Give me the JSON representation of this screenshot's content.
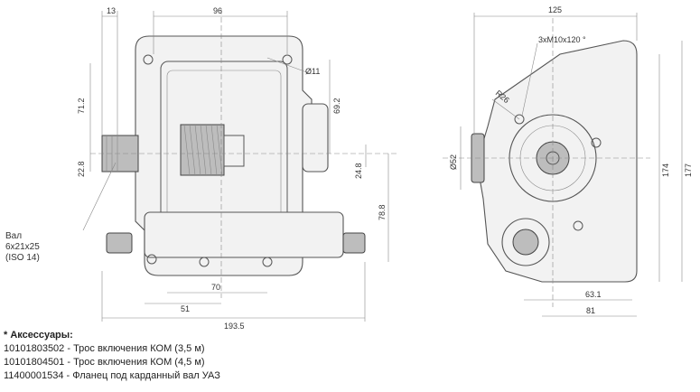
{
  "front_view": {
    "dims": {
      "d13": "13",
      "d96": "96",
      "d71_2": "71.2",
      "d69_2": "69.2",
      "d22_8": "22.8",
      "d24_8": "24.8",
      "d78_8": "78.8",
      "d70": "70",
      "d51": "51",
      "d193_5": "193.5",
      "d11": "Ø11"
    },
    "shaft_note": [
      "Вал",
      "6x21x25",
      "(ISO 14)"
    ]
  },
  "side_view": {
    "dims": {
      "d125": "125",
      "thread": "3xM10x120 °",
      "r26": "R26",
      "d52": "Ø52",
      "d174": "174",
      "d177": "177",
      "d63_1": "63.1",
      "d81": "81"
    }
  },
  "accessories": {
    "title": "* Аксессуары:",
    "items": [
      "10101803502 - Трос включения КОМ (3,5 м)",
      "10101804501 - Трос включения КОМ (4,5 м)",
      "11400001534 - Фланец под карданный вал УАЗ"
    ]
  }
}
